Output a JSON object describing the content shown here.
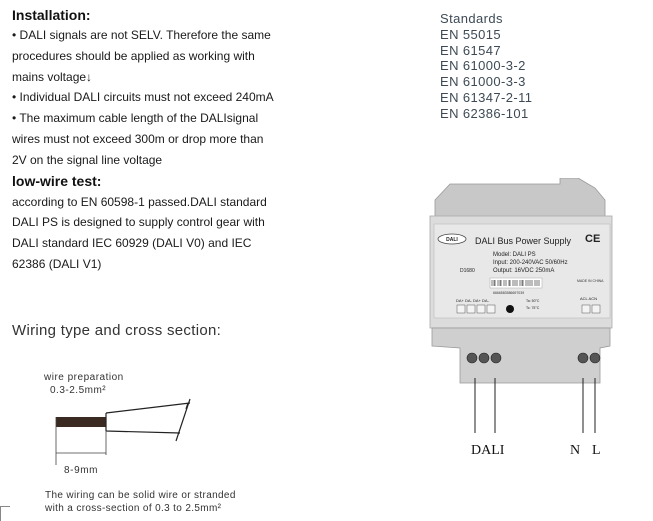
{
  "installation": {
    "heading": "Installation:",
    "lines": [
      "• DALI signals are not SELV. Therefore the same",
      "procedures should be applied as working with",
      "mains voltage↓",
      "• Individual DALI circuits must not exceed 240mA",
      "• The maximum cable length of the DALIsignal",
      "wires must not exceed 300m or drop more than",
      "2V on the signal line voltage"
    ]
  },
  "low_wire": {
    "heading": "low-wire test:",
    "lines": [
      "according to EN 60598-1 passed.DALI standard",
      "DALI PS is designed to supply control gear with",
      "DALI standard IEC 60929 (DALI V0) and IEC",
      "62386 (DALI V1)"
    ]
  },
  "standards": {
    "title": "Standards",
    "items": [
      "EN 55015",
      "EN 61547",
      "EN 61000-3-2",
      "EN 61000-3-3",
      "EN 61347-2-11",
      "EN 62386-101"
    ]
  },
  "wiring": {
    "title": "Wiring type and cross section:",
    "preparation_label": "wire preparation",
    "cross_section_range": "0.3-2.5mm²",
    "strip_length": "8-9mm",
    "note_lines": [
      "The  wiring can be solid wire or stranded",
      "with a cross-section of 0.3 to 2.5mm²"
    ]
  },
  "device": {
    "brand_logo": "DALI",
    "product_title": "DALI Bus Power Supply",
    "ce_mark": "CE",
    "model_code": "D1680",
    "model": "Model: DALI PS",
    "input": "Input: 200-240VAC 50/60Hz",
    "output": "Output: 16VDC 250mA",
    "made_in": "MADE IN CHINA",
    "serial": "6666583586697039",
    "dali_terminals_label": "DA+ DA- DA+ DA-",
    "ac_terminals_label": "ACL ACN",
    "temp_1": "Ta: 50°C",
    "temp_2": "Tc: 75°C"
  },
  "terminal_labels": {
    "dali": "DALI",
    "n": "N",
    "l": "L"
  },
  "colors": {
    "text": "#1a1a1a",
    "standards_text": "#3d4a55",
    "device_body": "#d9d9d9",
    "device_shadow": "#a9a9a9"
  }
}
